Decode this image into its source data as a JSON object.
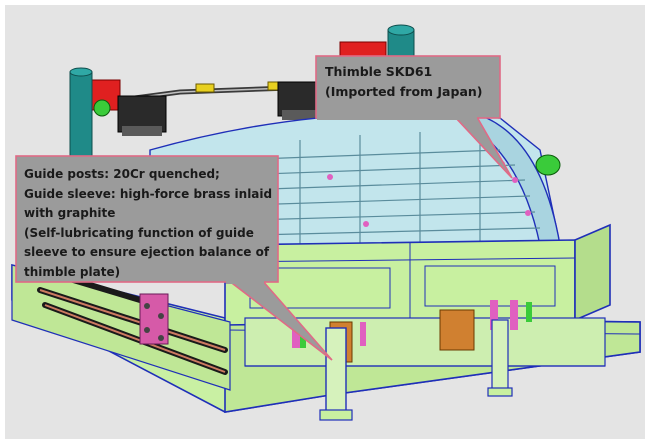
{
  "callouts": [
    {
      "id": "thimble",
      "lines": [
        "Thimble SKD61",
        "(Imported from Japan)"
      ]
    },
    {
      "id": "guide",
      "lines": [
        "Guide posts: 20Cr quenched;",
        "Guide sleeve: high-force brass inlaid",
        "with graphite",
        "(Self-lubricating function of guide",
        "sleeve to ensure ejection balance of",
        "thimble plate)"
      ]
    }
  ],
  "colors": {
    "background": "#e4e4e4",
    "callout_fill": "#9b9b9b",
    "callout_border": "#e06a86",
    "mold_green": "#c8f0a0",
    "edge_blue": "#1f2fb8",
    "cover_blue": "#b8e0e8",
    "copper": "#d08030",
    "magenta": "#e060c0",
    "red": "#e02020",
    "teal": "#1f8a88"
  }
}
